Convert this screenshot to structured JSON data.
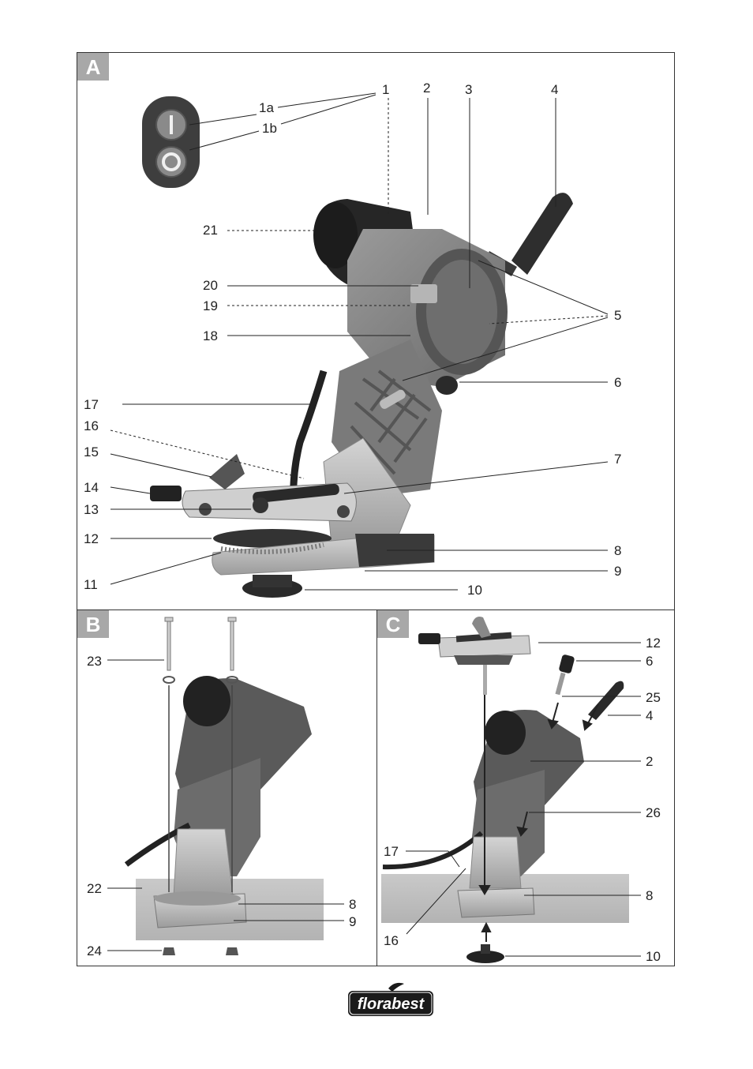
{
  "panels": {
    "A": {
      "tag": "A",
      "labels": {
        "l1": "1",
        "l1a": "1a",
        "l1b": "1b",
        "l2": "2",
        "l3": "3",
        "l4": "4",
        "l5": "5",
        "l6": "6",
        "l7": "7",
        "l8": "8",
        "l9": "9",
        "l10": "10",
        "l11": "11",
        "l12": "12",
        "l13": "13",
        "l14": "14",
        "l15": "15",
        "l16": "16",
        "l17": "17",
        "l18": "18",
        "l19": "19",
        "l20": "20",
        "l21": "21"
      }
    },
    "B": {
      "tag": "B",
      "labels": {
        "l23": "23",
        "l22": "22",
        "l24": "24",
        "l8": "8",
        "l9": "9"
      }
    },
    "C": {
      "tag": "C",
      "labels": {
        "l12": "12",
        "l6": "6",
        "l25": "25",
        "l4": "4",
        "l2": "2",
        "l26": "26",
        "l17": "17",
        "l8": "8",
        "l16": "16",
        "l10": "10"
      }
    }
  },
  "logo": {
    "text": "florabest"
  }
}
